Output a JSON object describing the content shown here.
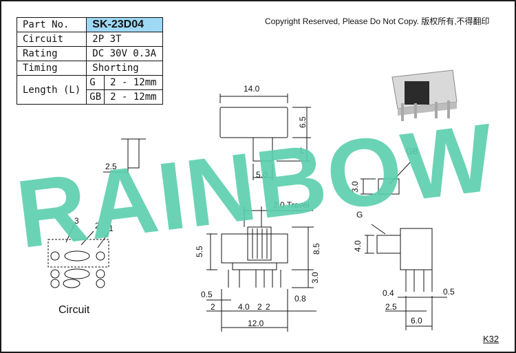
{
  "spec_table": {
    "part_no_label": "Part No.",
    "part_no_value": "SK-23D04",
    "circuit_label": "Circuit",
    "circuit_value": "2P 3T",
    "rating_label": "Rating",
    "rating_value": "DC 30V 0.3A",
    "timing_label": "Timing",
    "timing_value": "Shorting",
    "length_label": "Length (L)",
    "length_rows": [
      {
        "code": "G",
        "value": "2 - 12mm"
      },
      {
        "code": "GB",
        "value": "2 - 12mm"
      }
    ]
  },
  "copyright": "Copyright Reserved, Please Do Not Copy. 版权所有,不得翻印",
  "watermark": "RAINBOW",
  "circuit_caption": "Circuit",
  "circuit_pins": [
    "3",
    "2",
    "1"
  ],
  "dimensions": {
    "knob_width": "14.0",
    "knob_height": "6.5",
    "length": "L",
    "knob_stem": "5.0",
    "side_offset": "2.5",
    "travel": "2.0 Travel",
    "body_height": "5.5",
    "total_height": "8.5",
    "pin_length": "3.0",
    "pin_width": "0.5",
    "pin_margin": "2",
    "pin_pitch": "4.0",
    "pin_pitch_small_a": "2",
    "pin_pitch_small_b": "2",
    "pin_offset": "0.8",
    "body_width": "12.0",
    "gb_label": "GB",
    "gb_dim": "3.0",
    "g_label": "G",
    "g_dim": "4.0",
    "side_pin_a": "0.4",
    "side_pin_b": "0.5",
    "side_pitch": "2.5",
    "side_width": "6.0"
  },
  "drawing_code": "K32",
  "colors": {
    "watermark": "#5ccfae",
    "model_highlight": "#9fd8f5"
  }
}
